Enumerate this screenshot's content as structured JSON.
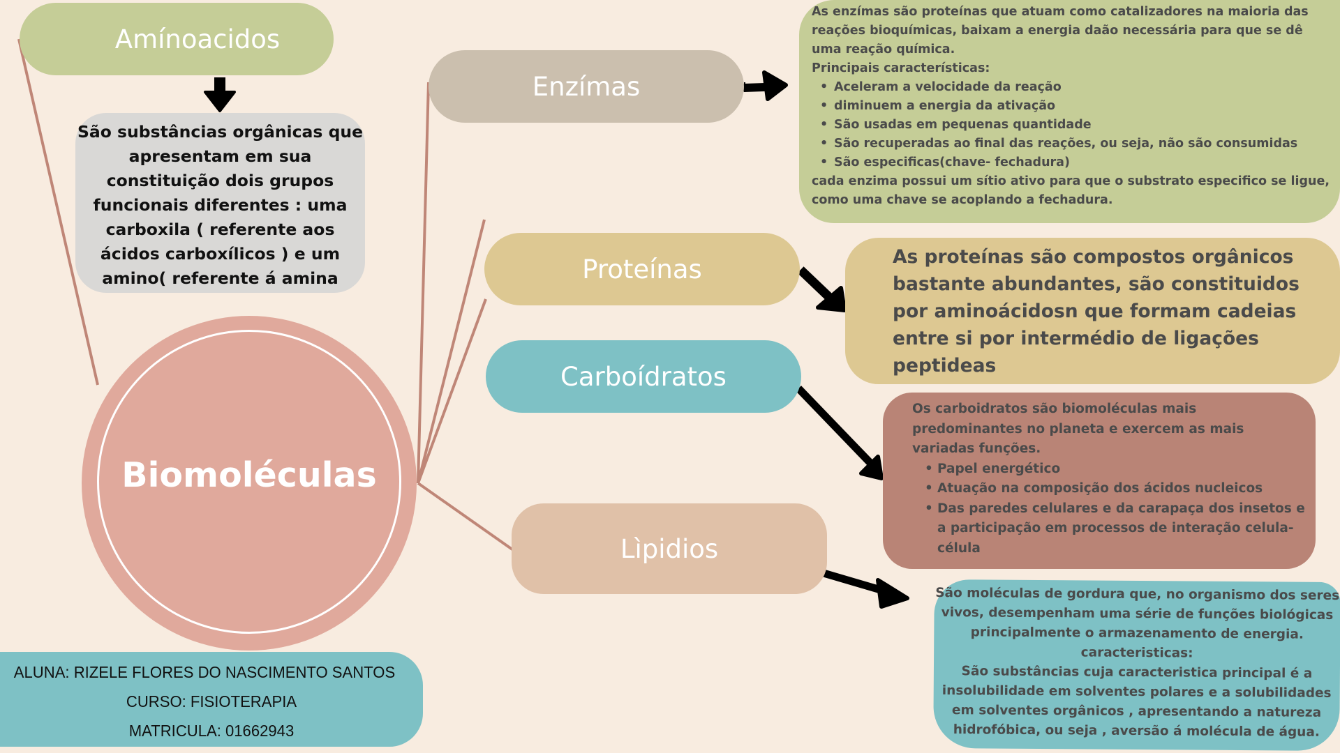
{
  "diagram": {
    "central_topic": "Biomoléculas",
    "colors": {
      "background": "#f8ece0",
      "connector": "#bf8677",
      "arrow": "#000000",
      "central_circle": "#e0a99c",
      "aminoacidos": "#c5cd97",
      "aminoacidos_desc": "#d9d8d6",
      "enzimas": "#cbbfae",
      "enzimas_desc": "#c5cd97",
      "proteinas": "#ddc892",
      "carboidratos": "#7ec1c5",
      "carboidratos_desc": "#b98476",
      "lipidios": "#e0c1a8",
      "lipidios_desc": "#7ec1c5"
    },
    "nodes": {
      "aminoacidos": {
        "label": "Amínoacidos",
        "description": "São substâncias orgânicas que apresentam em sua constituição dois grupos funcionais diferentes : uma carboxila ( referente aos ácidos carboxílicos ) e um amino( referente á  amina"
      },
      "enzimas": {
        "label": "Enzímas",
        "intro": "As enzímas são proteínas  que atuam como catalizadores na maioria das reações bioquímicas, baixam a energia daão necessária para que se dê uma reação química.",
        "subheading": "Principais características:",
        "bullets": [
          "Aceleram a velocidade da reação",
          "diminuem a energia da ativação",
          "São usadas em pequenas quantidade",
          "São recuperadas ao final das reações, ou seja, não são consumidas",
          "São especificas(chave- fechadura)"
        ],
        "outro": "cada enzima possui um sítio ativo para que o substrato especifico se ligue, como uma chave se acoplando a fechadura."
      },
      "proteinas": {
        "label": "Proteínas",
        "description": "As proteínas são compostos orgânicos bastante abundantes, são constituidos por aminoácidosn que formam cadeias entre si por intermédio de ligações peptideas"
      },
      "carboidratos": {
        "label": "Carboídratos",
        "intro": "Os carboidratos são biomoléculas mais predominantes no planeta e exercem as mais variadas funções.",
        "bullets": [
          "Papel energético",
          "Atuação na composição dos ácidos nucleicos",
          " Das paredes celulares e da carapaça dos insetos e a participação em processos de interação celula-célula"
        ]
      },
      "lipidios": {
        "label": "Lìpidios",
        "line1": "São moléculas de gordura que, no organismo dos seres vivos, desempenham uma série de funções biológicas principalmente o armazenamento de energia.",
        "line2": "caracteristicas:",
        "line3": "São substâncias cuja caracteristica principal é a insolubilidade em solventes polares e a solubilidades em solventes orgânicos , apresentando a natureza hidrofóbica, ou seja , aversão á molécula de água."
      }
    }
  },
  "student": {
    "name_line": "ALUNA: RIZELE FLORES DO NASCIMENTO SANTOS",
    "course_line": "CURSO: FISIOTERAPIA",
    "registration_line": "MATRICULA: 01662943"
  }
}
